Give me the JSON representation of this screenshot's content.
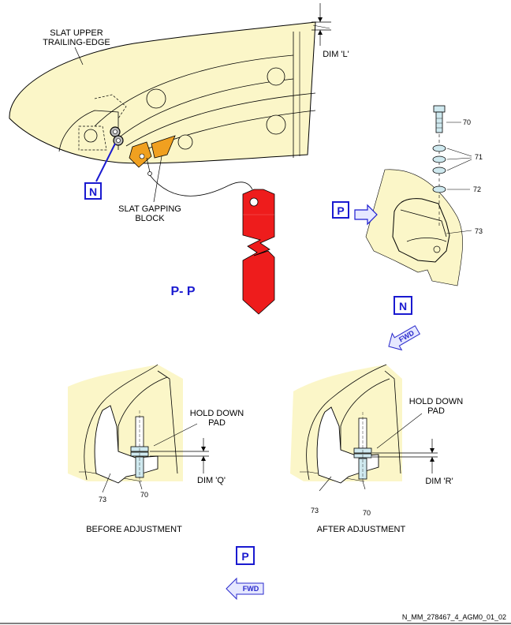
{
  "labels": {
    "slat_upper_line1": "SLAT UPPER",
    "slat_upper_line2": "TRAILING-EDGE",
    "dim_l": "DIM 'L'",
    "slat_gapping_line1": "SLAT GAPPING",
    "slat_gapping_line2": "BLOCK",
    "section_pp": "P- P",
    "part_70": "70",
    "part_71": "71",
    "part_72": "72",
    "part_73": "73",
    "hold_down_line1": "HOLD DOWN",
    "hold_down_line2": "PAD",
    "dim_q": "DIM 'Q'",
    "dim_r": "DIM 'R'",
    "before_adjustment": "BEFORE ADJUSTMENT",
    "after_adjustment": "AFTER ADJUSTMENT",
    "fwd": "FWD",
    "view_n": "N",
    "view_p": "P",
    "reference": "N_MM_278467_4_AGM0_01_02"
  },
  "colors": {
    "panel_fill": "#fbf6c8",
    "gapping_block": "#f0a020",
    "warning_tag": "#ee1c1c",
    "accent_blue": "#1a1ad0",
    "fwd_arrow_fill": "#e6e8ff"
  }
}
